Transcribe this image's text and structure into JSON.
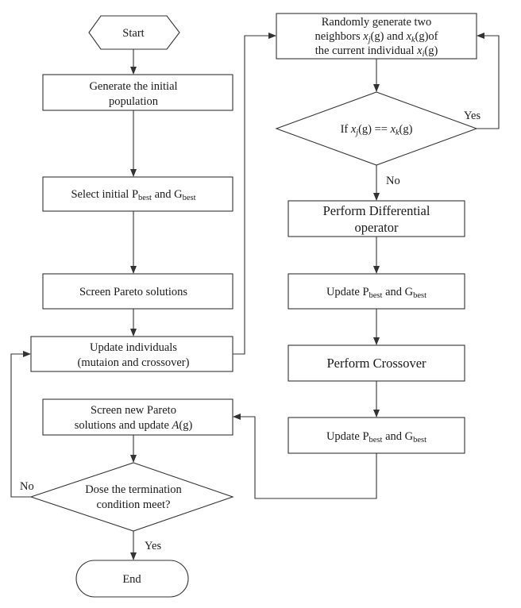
{
  "nodes": {
    "start": "Start",
    "init_pop_1": "Generate the initial",
    "init_pop_2": "population",
    "select_pre": "Select initial P",
    "select_sub1": "best",
    "select_mid": " and G",
    "select_sub2": "best",
    "screen_pareto": "Screen Pareto solutions",
    "update_ind_1": "Update individuals",
    "update_ind_2": "(mutaion and crossover)",
    "screen_new_1": "Screen new Pareto",
    "screen_new_2_pre": "solutions and update ",
    "screen_new_2_var": "A",
    "screen_new_2_arg": "(g)",
    "term_1": "Dose the termination",
    "term_2": "condition meet?",
    "end": "End",
    "rand_1": "Randomly generate two",
    "rand_2_a": "neighbors ",
    "rand_2_x1": "x",
    "rand_2_s1": "j",
    "rand_2_g1": "(g)",
    "rand_2_and": " and ",
    "rand_2_x2": "x",
    "rand_2_s2": "k",
    "rand_2_g2": "(g)",
    "rand_2_of": "of",
    "rand_3_a": "the current individual ",
    "rand_3_x": "x",
    "rand_3_s": "i",
    "rand_3_g": "(g)",
    "if_pre": "If ",
    "if_x1": "x",
    "if_s1": "j",
    "if_g1": "(g)",
    "if_op": " == ",
    "if_x2": "x",
    "if_s2": "k",
    "if_g2": "(g)",
    "diff_1": "Perform Differential",
    "diff_2": "operator",
    "upd1_pre": "Update P",
    "upd1_sub1": "best",
    "upd1_mid": " and G",
    "upd1_sub2": "best",
    "crossover": "Perform Crossover",
    "upd2_pre": "Update P",
    "upd2_sub1": "best",
    "upd2_mid": " and G",
    "upd2_sub2": "best"
  },
  "edge_labels": {
    "yes_loop": "Yes",
    "no_down": "No",
    "no_left": "No",
    "yes_end": "Yes"
  }
}
